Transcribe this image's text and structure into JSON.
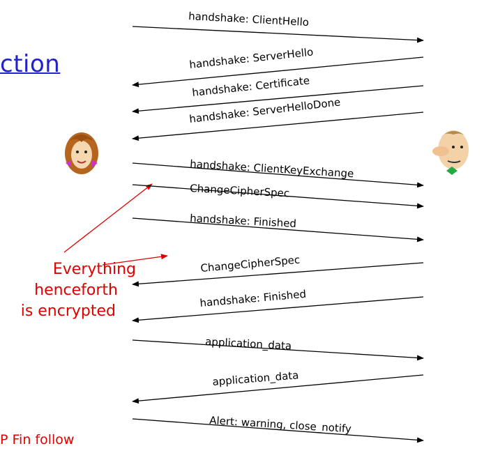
{
  "title_fragment": "ction",
  "annotation_lines": [
    "Everything",
    "henceforth",
    "is encrypted"
  ],
  "bottom_fragment": "P Fin follow",
  "parties": [
    {
      "role": "client",
      "icon": "girl-face-icon",
      "side": "left"
    },
    {
      "role": "server",
      "icon": "man-face-icon",
      "side": "right"
    }
  ],
  "messages": [
    {
      "label": "handshake: ClientHello",
      "direction": "client-to-server"
    },
    {
      "label": "handshake: ServerHello",
      "direction": "server-to-client"
    },
    {
      "label": "handshake: Certificate",
      "direction": "server-to-client"
    },
    {
      "label": "handshake: ServerHelloDone",
      "direction": "server-to-client"
    },
    {
      "label": "handshake: ClientKeyExchange",
      "direction": "client-to-server"
    },
    {
      "label": "ChangeCipherSpec",
      "direction": "client-to-server"
    },
    {
      "label": "handshake: Finished",
      "direction": "client-to-server"
    },
    {
      "label": "ChangeCipherSpec",
      "direction": "server-to-client"
    },
    {
      "label": "handshake: Finished",
      "direction": "server-to-client"
    },
    {
      "label": "application_data",
      "direction": "client-to-server"
    },
    {
      "label": "application_data",
      "direction": "server-to-client"
    },
    {
      "label": "Alert: warning, close_notify",
      "direction": "client-to-server"
    }
  ],
  "colors": {
    "title": "#2222cc",
    "annotation": "#e00000",
    "arrows": "#000000"
  }
}
